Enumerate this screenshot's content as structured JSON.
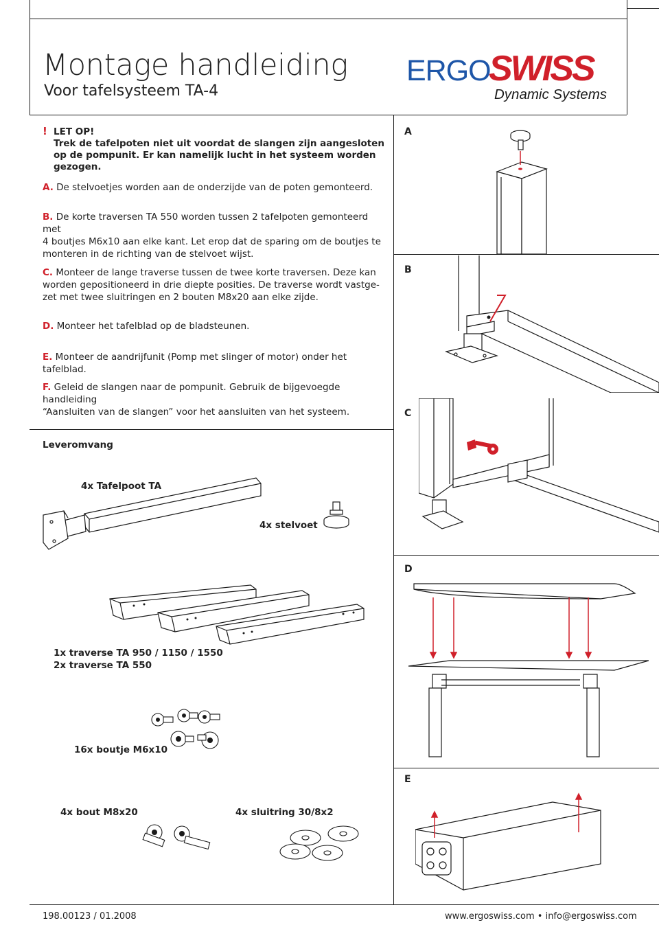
{
  "header": {
    "title": "Montage handleiding",
    "subtitle": "Voor tafelsysteem TA-4"
  },
  "logo": {
    "ergo": "ERGO",
    "swiss": "SWISS",
    "tagline": "Dynamic Systems",
    "colors": {
      "ergo": "#1e56a8",
      "swiss": "#d0202a",
      "tagline": "#1a1a1a"
    }
  },
  "warning": {
    "bang": "!",
    "text": "LET OP!\nTrek de tafelpoten niet uit voordat de slangen zijn aangesloten op de pompunit. Er kan namelijk lucht in het systeem worden gezogen."
  },
  "steps": [
    {
      "letter": "A.",
      "text": "De stelvoetjes worden aan de onderzijde van de poten gemonteerd."
    },
    {
      "letter": "B.",
      "text": "De korte traversen TA 550 worden tussen 2 tafelpoten gemonteerd met\n4 boutjes M6x10 aan elke kant. Let erop dat de sparing om de boutjes te\nmonteren in de richting van de stelvoet wijst."
    },
    {
      "letter": "C.",
      "text": "Monteer de lange traverse tussen de twee korte traversen. Deze kan\nworden gepositioneerd in drie diepte posities. De traverse wordt vastge-\nzet met twee sluitringen en 2 bouten M8x20 aan elke zijde."
    },
    {
      "letter": "D.",
      "text": "Monteer het tafelblad op de bladsteunen."
    },
    {
      "letter": "E.",
      "text": "Monteer de aandrijfunit (Pomp met slinger of motor) onder het tafelblad."
    },
    {
      "letter": "F.",
      "text": "Geleid de slangen naar de pompunit. Gebruik de bijgevoegde handleiding\n“Aansluiten van de slangen” voor het aansluiten van het systeem."
    }
  ],
  "scope": {
    "title": "Leveromvang",
    "items": {
      "leg": "4x Tafelpoot TA",
      "foot": "4x stelvoet",
      "traverse": "1x traverse TA 950 / 1150 / 1550\n2x traverse TA 550",
      "screw_small": "16x boutje M6x10",
      "bolt": "4x bout M8x20",
      "washer": "4x sluitring 30/8x2"
    }
  },
  "panels": {
    "a": "A",
    "b": "B",
    "c": "C",
    "d": "D",
    "e": "E"
  },
  "footer": {
    "code": "198.00123 / 01.2008",
    "web": "www.ergoswiss.com",
    "bullet": "•",
    "email": "info@ergoswiss.com"
  },
  "colors": {
    "accent": "#d0202a",
    "line": "#1a1a1a"
  }
}
